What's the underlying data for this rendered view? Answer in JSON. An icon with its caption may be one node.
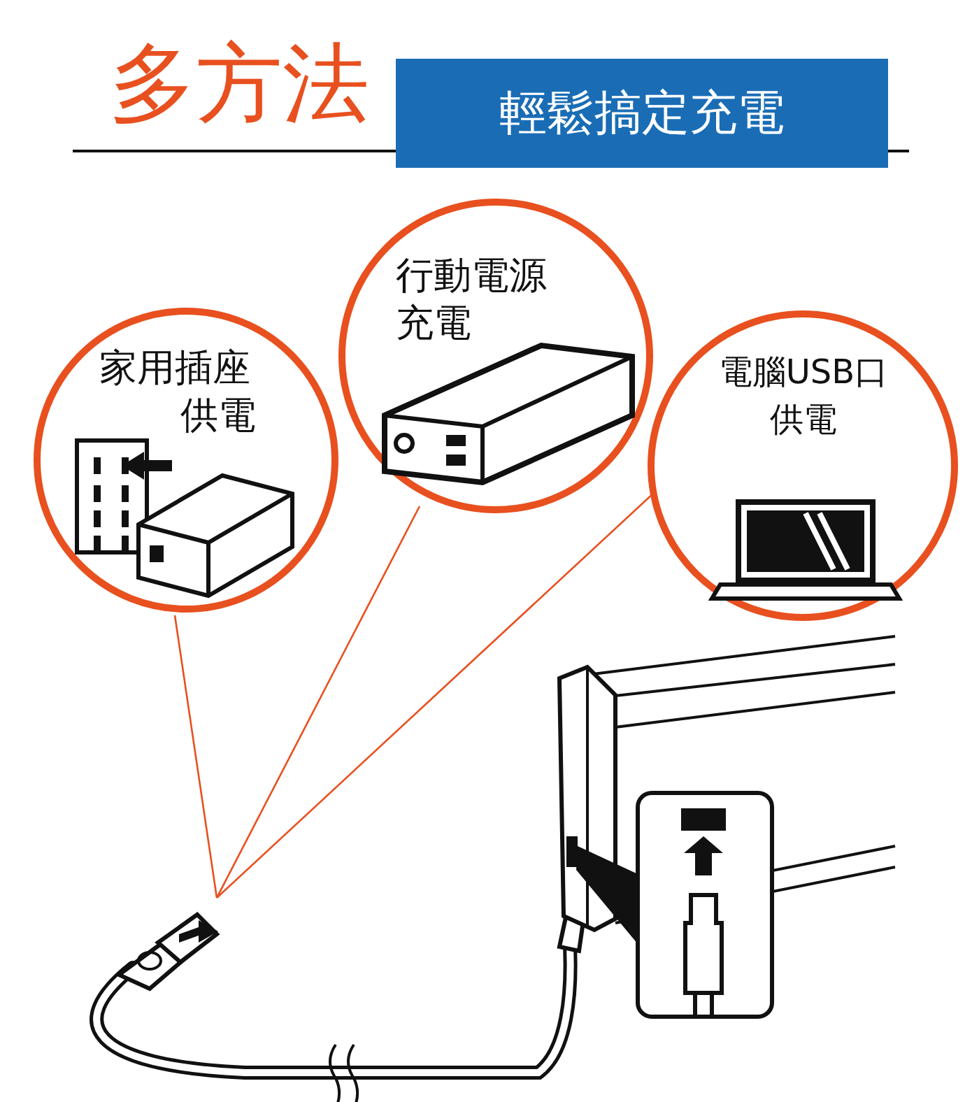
{
  "diagram": {
    "title": "多方法",
    "nodes": [
      {
        "text": [
          "輕鬆搞定充電"
        ]
      },
      {
        "text": [
          "家用插座供電"
        ]
      },
      {
        "text": [
          "行動電源充電"
        ]
      },
      {
        "text": [
          "電腦USB口供電"
        ]
      },
      {
        "text": [],
        "shape": "picture"
      }
    ],
    "edges": [
      {
        "from": 1,
        "to": 4,
        "arrow": "none"
      },
      {
        "from": 2,
        "to": 4,
        "arrow": "none"
      },
      {
        "from": 3,
        "to": 4,
        "arrow": "none"
      }
    ]
  }
}
